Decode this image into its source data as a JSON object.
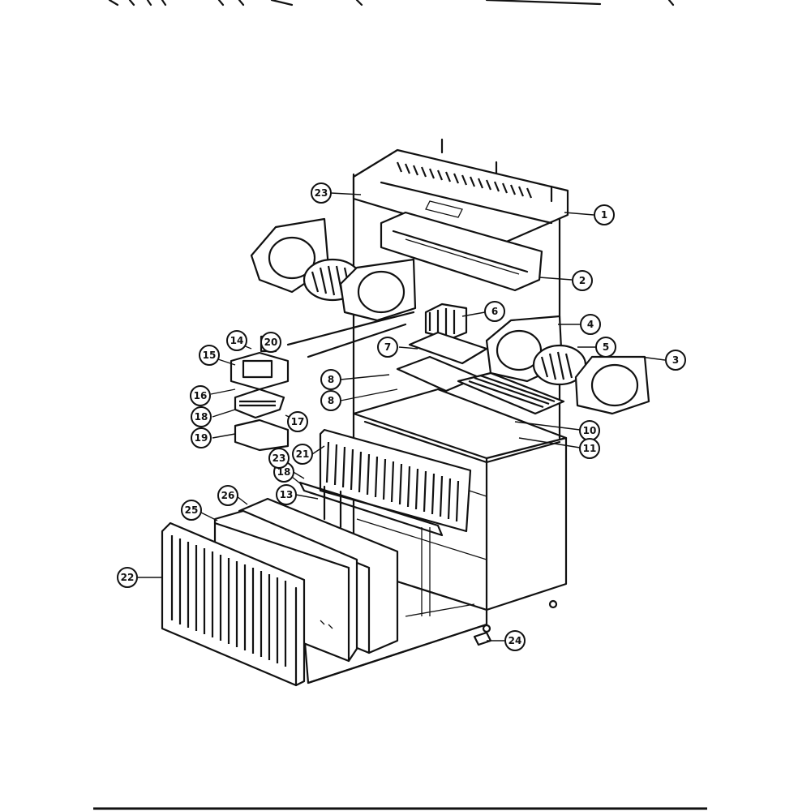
{
  "callouts": [
    {
      "label": "1"
    },
    {
      "label": "2"
    },
    {
      "label": "3"
    },
    {
      "label": "4"
    },
    {
      "label": "5"
    },
    {
      "label": "6"
    },
    {
      "label": "7"
    },
    {
      "label": "8"
    },
    {
      "label": "8"
    },
    {
      "label": "10"
    },
    {
      "label": "11"
    },
    {
      "label": "13"
    },
    {
      "label": "14"
    },
    {
      "label": "15"
    },
    {
      "label": "16"
    },
    {
      "label": "17"
    },
    {
      "label": "18"
    },
    {
      "label": "18"
    },
    {
      "label": "19"
    },
    {
      "label": "20"
    },
    {
      "label": "21"
    },
    {
      "label": "22"
    },
    {
      "label": "23"
    },
    {
      "label": "23"
    },
    {
      "label": "24"
    },
    {
      "label": "25"
    },
    {
      "label": "26"
    }
  ]
}
